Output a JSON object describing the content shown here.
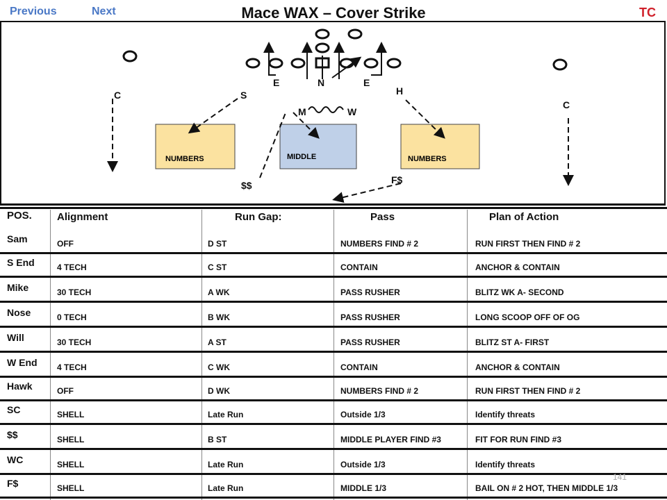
{
  "nav": {
    "previous": "Previous",
    "next": "Next"
  },
  "title": "Mace WAX – Cover Strike",
  "badge": "TC",
  "diagram": {
    "labels": {
      "e_left": "E",
      "n": "N",
      "e_right": "E",
      "h": "H",
      "c_left": "C",
      "s": "S",
      "c_right": "C",
      "m": "M",
      "w": "W",
      "ss": "$$",
      "fs": "F$"
    },
    "zones": {
      "left": "NUMBERS",
      "middle": "MIDDLE",
      "right": "NUMBERS"
    },
    "colors": {
      "numbers_zone": "#fbe2a0",
      "middle_zone": "#bfd0e8"
    }
  },
  "table": {
    "headers": {
      "pos": "POS.",
      "alignment": "Alignment",
      "run_gap": "Run Gap:",
      "pass": "Pass",
      "plan": "Plan of Action"
    },
    "rows": [
      {
        "pos": "Sam",
        "alignment": "OFF",
        "run_gap": "D ST",
        "pass": "NUMBERS FIND # 2",
        "plan": "RUN FIRST THEN FIND # 2"
      },
      {
        "pos": "S End",
        "alignment": "4 TECH",
        "run_gap": "C ST",
        "pass": "CONTAIN",
        "plan": "ANCHOR & CONTAIN"
      },
      {
        "pos": "Mike",
        "alignment": "30 TECH",
        "run_gap": "A WK",
        "pass": "PASS RUSHER",
        "plan": "BLITZ WK A- SECOND"
      },
      {
        "pos": "Nose",
        "alignment": "0 TECH",
        "run_gap": "B WK",
        "pass": "PASS RUSHER",
        "plan": "LONG SCOOP OFF OF OG"
      },
      {
        "pos": "Will",
        "alignment": "30 TECH",
        "run_gap": "A ST",
        "pass": "PASS RUSHER",
        "plan": "BLITZ ST A- FIRST"
      },
      {
        "pos": "W End",
        "alignment": "4 TECH",
        "run_gap": "C WK",
        "pass": "CONTAIN",
        "plan": "ANCHOR & CONTAIN"
      },
      {
        "pos": "Hawk",
        "alignment": "OFF",
        "run_gap": "D WK",
        "pass": "NUMBERS FIND # 2",
        "plan": "RUN FIRST THEN FIND # 2"
      },
      {
        "pos": "SC",
        "alignment": "SHELL",
        "run_gap": "Late Run",
        "pass": "Outside 1/3",
        "plan": "Identify threats"
      },
      {
        "pos": "$$",
        "alignment": "SHELL",
        "run_gap": "B ST",
        "pass": "MIDDLE PLAYER FIND #3",
        "plan": "FIT FOR RUN FIND #3"
      },
      {
        "pos": "WC",
        "alignment": "SHELL",
        "run_gap": "Late Run",
        "pass": "Outside 1/3",
        "plan": "Identify threats"
      },
      {
        "pos": "F$",
        "alignment": "SHELL",
        "run_gap": "Late Run",
        "pass": "MIDDLE 1/3",
        "plan": "BAIL ON # 2 HOT, THEN MIDDLE 1/3"
      }
    ]
  },
  "page_number": "141"
}
